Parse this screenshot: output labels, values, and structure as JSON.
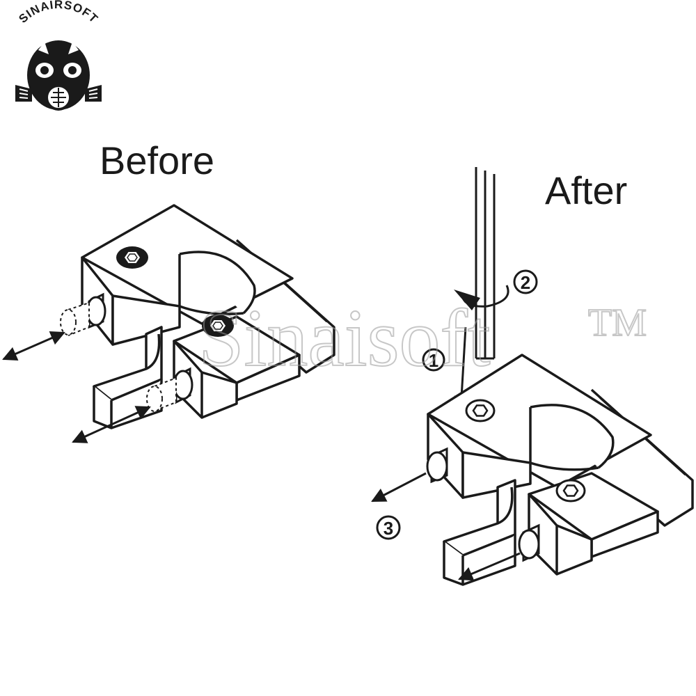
{
  "brand": {
    "name": "SINAIRSOFT"
  },
  "labels": {
    "before": "Before",
    "after": "After",
    "step1": "1",
    "step2": "2",
    "step3": "3"
  },
  "watermark": {
    "text": "Sinaisoft",
    "tm": "TM"
  },
  "icons": [
    "gas-mask-skull-logo",
    "hex-socket-screw-icon",
    "allen-key-icon",
    "arrow-icon"
  ],
  "colors": {
    "ink": "#1a1a1a",
    "paper": "#ffffff",
    "watermark": "#c8c8c8"
  }
}
